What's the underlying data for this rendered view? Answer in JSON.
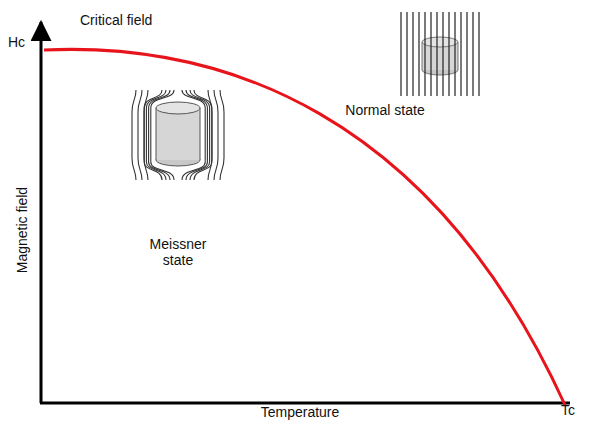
{
  "diagram": {
    "labels": [
      "Critical field",
      "Hc",
      "Magnetic field",
      "Normal state",
      "Meissner state",
      "Temperature",
      "Tc"
    ]
  }
}
